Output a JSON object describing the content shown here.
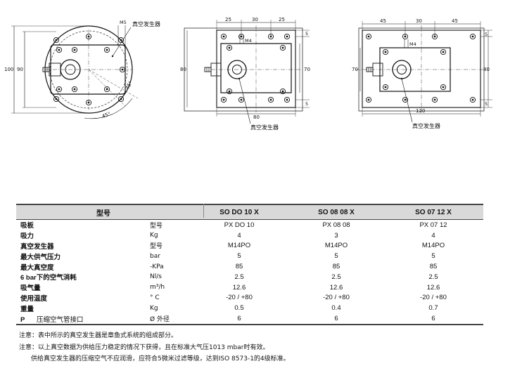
{
  "drawing1": {
    "callout": "真空发生器",
    "dim_m5": "M5",
    "dim_100": "100",
    "dim_90": "90",
    "angle_a": "45°",
    "angle_b": "45°"
  },
  "drawing2": {
    "callout": "真空发生器",
    "dim_top": [
      "25",
      "30",
      "25"
    ],
    "dim_m4": "M4",
    "dim_left": "80",
    "dim_right": "70",
    "dim_bottom": "80",
    "dim_r5a": "5",
    "dim_r5b": "5"
  },
  "drawing3": {
    "callout": "真空发生器",
    "dim_top": [
      "45",
      "30",
      "45"
    ],
    "dim_m4": "M4",
    "dim_left": "70",
    "dim_right": "80",
    "dim_bottom": "120",
    "dim_r5a": "5",
    "dim_r5b": "5"
  },
  "table": {
    "header": {
      "label": "型号",
      "models": [
        "SO DO 10 X",
        "SO 08 08 X",
        "SO 07 12 X"
      ]
    },
    "rows": [
      {
        "name": "吸板",
        "unit": "型号",
        "values": [
          "PX DO 10",
          "PX 08 08",
          "PX 07 12"
        ]
      },
      {
        "name": "吸力",
        "unit": "Kg",
        "values": [
          "4",
          "3",
          "4"
        ]
      },
      {
        "name": "真空发生器",
        "unit": "型号",
        "values": [
          "M14PO",
          "M14PO",
          "M14PO"
        ]
      },
      {
        "name": "最大供气压力",
        "unit": "bar",
        "values": [
          "5",
          "5",
          "5"
        ]
      },
      {
        "name": "最大真空度",
        "unit": "-KPa",
        "values": [
          "85",
          "85",
          "85"
        ]
      },
      {
        "name": "6 bar下的空气消耗",
        "unit": "Nl/s",
        "values": [
          "2.5",
          "2.5",
          "2.5"
        ]
      },
      {
        "name": "吸气量",
        "unit": "m³/h",
        "values": [
          "12.6",
          "12.6",
          "12.6"
        ]
      },
      {
        "name": "使用温度",
        "unit": "° C",
        "values": [
          "-20 / +80",
          "-20 / +80",
          "-20 / +80"
        ]
      },
      {
        "name": "重量",
        "unit": "Kg",
        "values": [
          "0.5",
          "0.4",
          "0.7"
        ]
      }
    ],
    "last_row": {
      "prefix": "P",
      "name": "压缩空气管接口",
      "unit": "Ø 外径",
      "values": [
        "6",
        "6",
        "6"
      ]
    }
  },
  "notes": [
    "注意：表中所示的真空发生器是章鱼式系统的组成部分。",
    "注意：以上真空数据为供给压力稳定的情况下获得，且在标准大气压1013 mbar时有效。",
    "供给真空发生器的压缩空气不应润滑，应符合5微米过滤等级，达到ISO 8573-1的4级标准。"
  ]
}
